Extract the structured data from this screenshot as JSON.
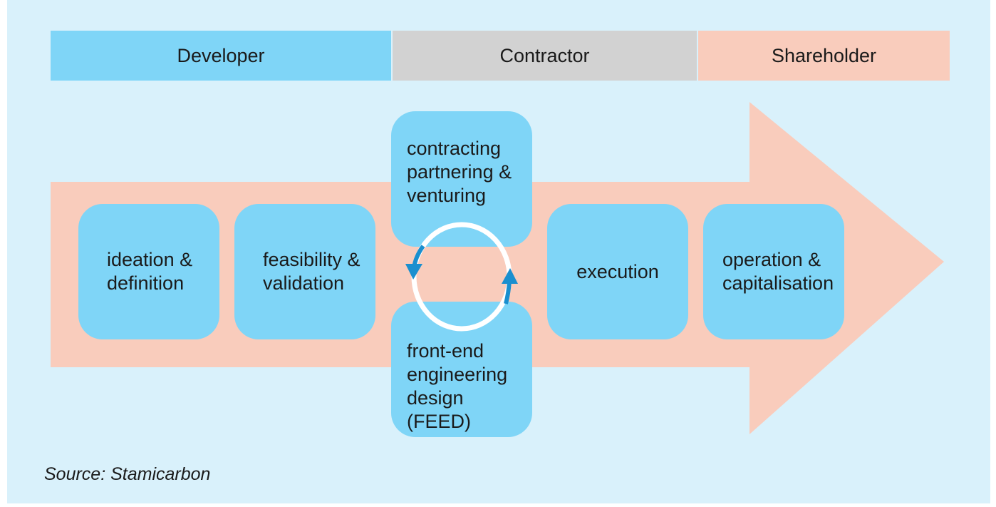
{
  "phases": {
    "developer": "Developer",
    "contractor": "Contractor",
    "shareholder": "Shareholder"
  },
  "stages": {
    "ideation": "ideation &\ndefinition",
    "feasibility": "feasibility &\nvalidation",
    "contracting": "contracting\npartnering &\nventuring",
    "feed": "front-end\nengineering\ndesign (FEED)",
    "execution": "execution",
    "operation": "operation &\ncapitalisation"
  },
  "source": "Source: Stamicarbon",
  "colors": {
    "background": "#d9f1fb",
    "developer": "#7fd5f7",
    "contractor": "#d2d2d2",
    "shareholder": "#f9ccbc",
    "arrow": "#f9ccbc",
    "box": "#7fd5f7",
    "cycle_arrow": "#1a8fcf"
  }
}
